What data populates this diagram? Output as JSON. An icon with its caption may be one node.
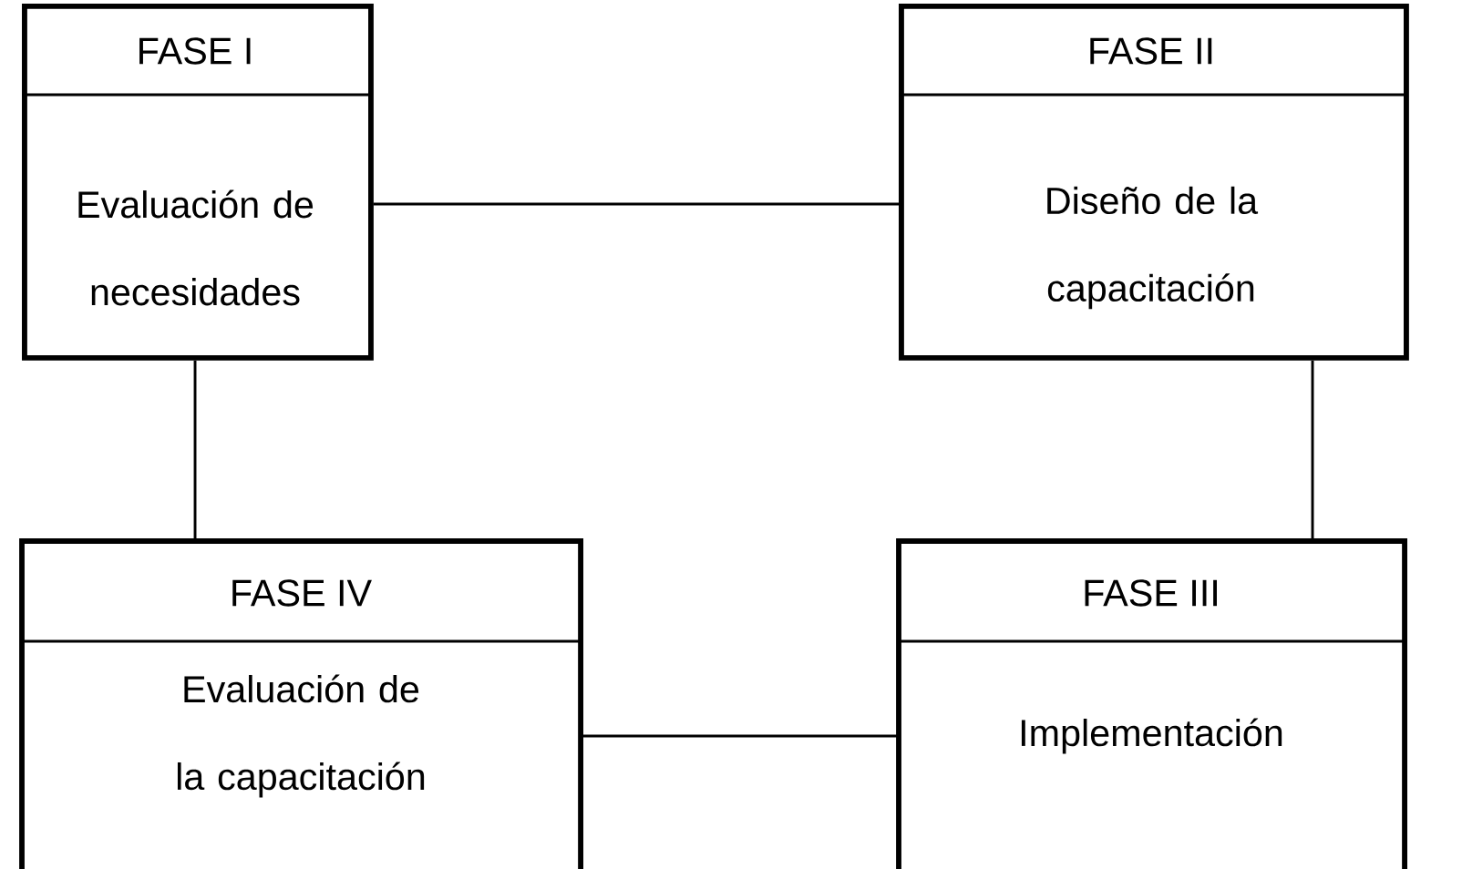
{
  "diagram": {
    "nodes": [
      {
        "text": [
          "FASE I",
          "Evaluación de necesidades"
        ]
      },
      {
        "text": [
          "FASE II",
          "Diseño de la capacitación"
        ]
      },
      {
        "text": [
          "FASE IV",
          "Evaluación de la capacitación"
        ]
      },
      {
        "text": [
          "FASE III",
          "Implementación"
        ]
      }
    ],
    "edges": [
      {
        "from": 0,
        "to": 1,
        "arrow": "none"
      },
      {
        "from": 0,
        "to": 2,
        "arrow": "none"
      },
      {
        "from": 1,
        "to": 3,
        "arrow": "none"
      },
      {
        "from": 2,
        "to": 3,
        "arrow": "none"
      }
    ]
  }
}
